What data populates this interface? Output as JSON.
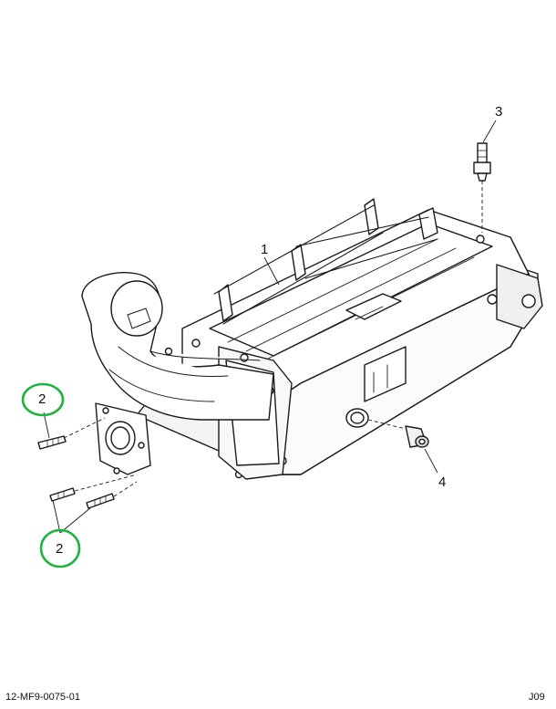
{
  "callouts": {
    "c1": "1",
    "c2_top": "2",
    "c2_bottom": "2",
    "c3": "3",
    "c4": "4"
  },
  "highlight_color": "#1db33c",
  "footer": {
    "drawing_id": "12-MF9-0075-01",
    "page_code": "J09"
  }
}
